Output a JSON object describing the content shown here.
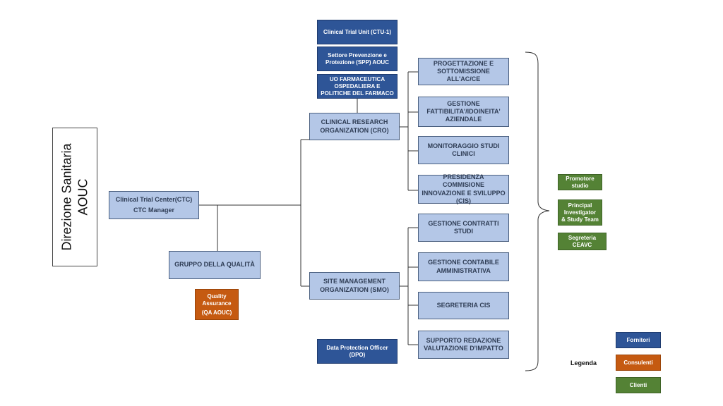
{
  "direzione": {
    "line1": "Direzione Sanitaria",
    "line2": "AOUC"
  },
  "ctc": {
    "line1": "Clinical Trial Center(CTC)",
    "line2": "CTC Manager"
  },
  "gruppo_qualita": "GRUPPO DELLA QUALITÀ",
  "quality_assurance": {
    "line1": "Quality",
    "line2": "Assurance",
    "line3": "(QA AOUC)"
  },
  "top_units": [
    "Clinical Trial Unit (CTU-1)",
    "Settore Prevenzione e Protezione (SPP) AOUC",
    "UO FARMACEUTICA OSPEDALIERA E POLITICHE DEL FARMACO"
  ],
  "cro": "CLINICAL RESEARCH ORGANIZATION (CRO)",
  "smo": "SITE MANAGEMENT ORGANIZATION (SMO)",
  "dpo": "Data Protection Officer (DPO)",
  "cro_functions": [
    "PROGETTAZIONE E SOTTOMISSIONE ALL'AC/CE",
    "GESTIONE FATTIBILITA'/IDOINEITA' AZIENDALE",
    "MONITORAGGIO STUDI CLINICI",
    "PRESIDENZA COMMISIONE INNOVAZIONE E SVILUPPO (CIS)"
  ],
  "smo_functions": [
    "GESTIONE CONTRATTI STUDI",
    "GESTIONE CONTABILE AMMINISTRATIVA",
    "SEGRETERIA CIS",
    "SUPPORTO REDAZIONE VALUTAZIONE D'IMPATTO"
  ],
  "clients": [
    "Promotore studio",
    "Principal Investigator & Study Team",
    "Segreteria CEAVC"
  ],
  "legend": {
    "title": "Legenda",
    "fornitori": "Fornitori",
    "consulenti": "Consulenti",
    "clienti": "Clienti"
  },
  "colors": {
    "fornitori": "#2e5597",
    "consulenti": "#c55a11",
    "clienti": "#548235",
    "area_box": "#b4c7e7"
  }
}
